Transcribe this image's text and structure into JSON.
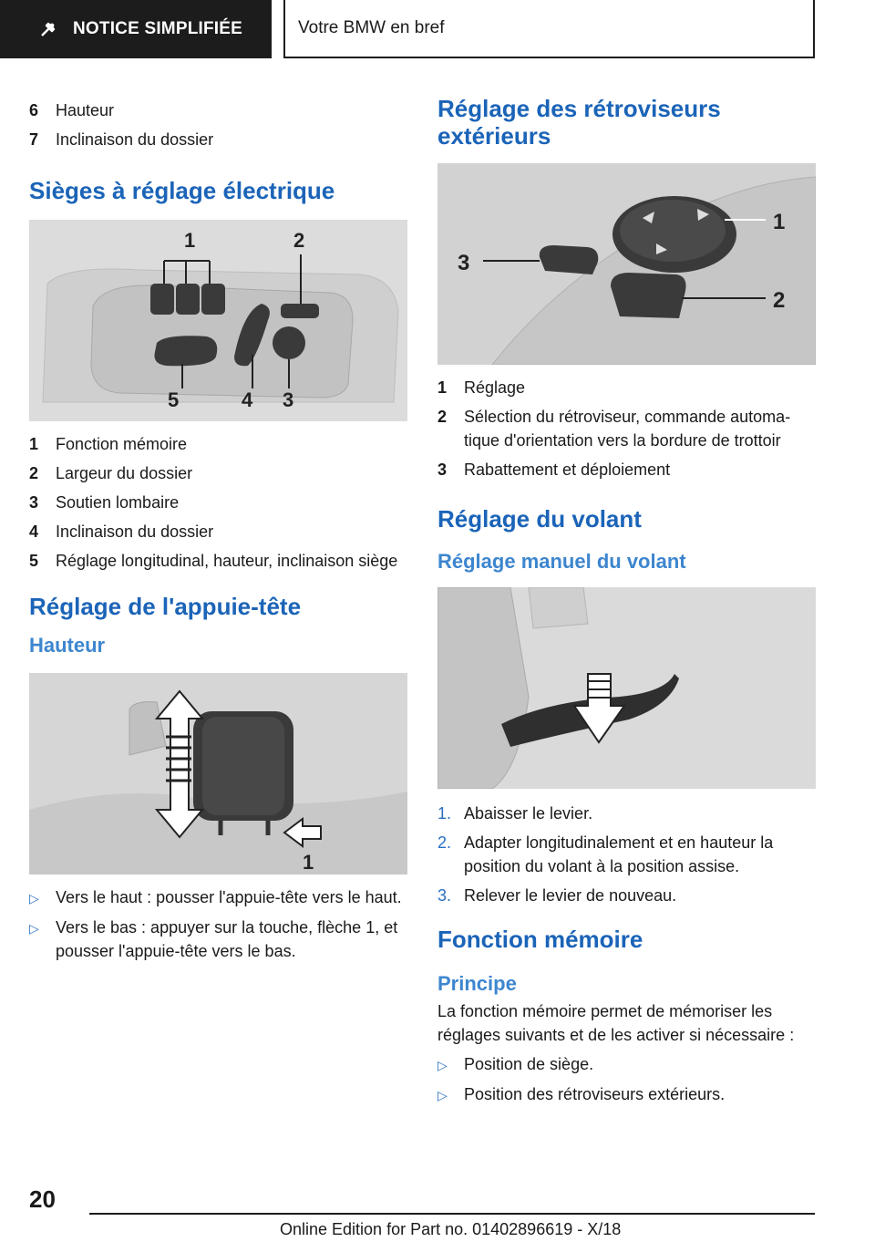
{
  "header": {
    "tab_active": "NOTICE SIMPLIFIÉE",
    "tab_section": "Votre BMW en bref"
  },
  "left": {
    "intro_items": [
      {
        "num": "6",
        "text": "Hauteur"
      },
      {
        "num": "7",
        "text": "Inclinaison du dossier"
      }
    ],
    "electric": {
      "title": "Sièges à réglage électrique",
      "figure_labels": [
        "1",
        "2",
        "5",
        "4",
        "3"
      ],
      "items": [
        {
          "num": "1",
          "text": "Fonction mémoire"
        },
        {
          "num": "2",
          "text": "Largeur du dossier"
        },
        {
          "num": "3",
          "text": "Soutien lombaire"
        },
        {
          "num": "4",
          "text": "Inclinaison du dossier"
        },
        {
          "num": "5",
          "text": "Réglage longitudinal, hauteur, inclinaison siège"
        }
      ]
    },
    "headrest": {
      "title": "Réglage de l'appuie-tête",
      "subtitle": "Hauteur",
      "figure_label": "1",
      "bullets": [
        "Vers le haut : pousser l'appuie-tête vers le haut.",
        "Vers le bas : appuyer sur la touche, flèche 1, et pousser l'appuie-tête vers le bas."
      ]
    }
  },
  "right": {
    "mirrors": {
      "title": "Réglage des rétroviseurs extérieurs",
      "figure_labels": [
        "3",
        "1",
        "2"
      ],
      "items": [
        {
          "num": "1",
          "text": "Réglage"
        },
        {
          "num": "2",
          "text": "Sélection du rétroviseur, commande automa­tique d'orientation vers la bordure de trottoir"
        },
        {
          "num": "3",
          "text": "Rabattement et déploiement"
        }
      ]
    },
    "steering": {
      "title": "Réglage du volant",
      "subtitle": "Réglage manuel du volant",
      "steps": [
        {
          "num": "1.",
          "text": "Abaisser le levier."
        },
        {
          "num": "2.",
          "text": "Adapter longitudinalement et en hauteur la position du volant à la position assise."
        },
        {
          "num": "3.",
          "text": "Relever le levier de nouveau."
        }
      ]
    },
    "memory": {
      "title": "Fonction mémoire",
      "subtitle": "Principe",
      "paragraph": "La fonction mémoire permet de mémoriser les réglages suivants et de les activer si nécessaire :",
      "bullets": [
        "Position de siège.",
        "Position des rétroviseurs extérieurs."
      ]
    }
  },
  "footer": {
    "page_number": "20",
    "edition": "Online Edition for Part no. 01402896619 - X/18"
  },
  "colors": {
    "heading": "#1b64b8",
    "subheading": "#3d86cf",
    "header_bg": "#1c1c1c"
  }
}
